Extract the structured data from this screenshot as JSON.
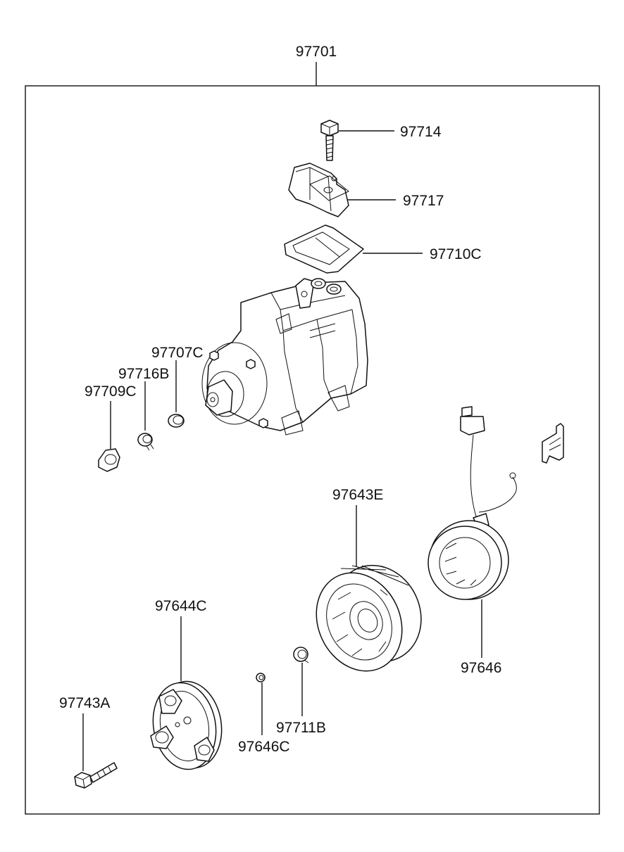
{
  "diagram": {
    "assembly_label": "97701",
    "labels": {
      "bolt_top": "97714",
      "valve_block": "97717",
      "gasket": "97710C",
      "oring_large": "97707C",
      "snap_ring": "97716B",
      "seal": "97709C",
      "pulley": "97643E",
      "field_coil": "97646",
      "hub_plate": "97644C",
      "shim": "97646C",
      "snap_ring_pulley": "97711B",
      "bolt_bottom": "97743A"
    }
  }
}
